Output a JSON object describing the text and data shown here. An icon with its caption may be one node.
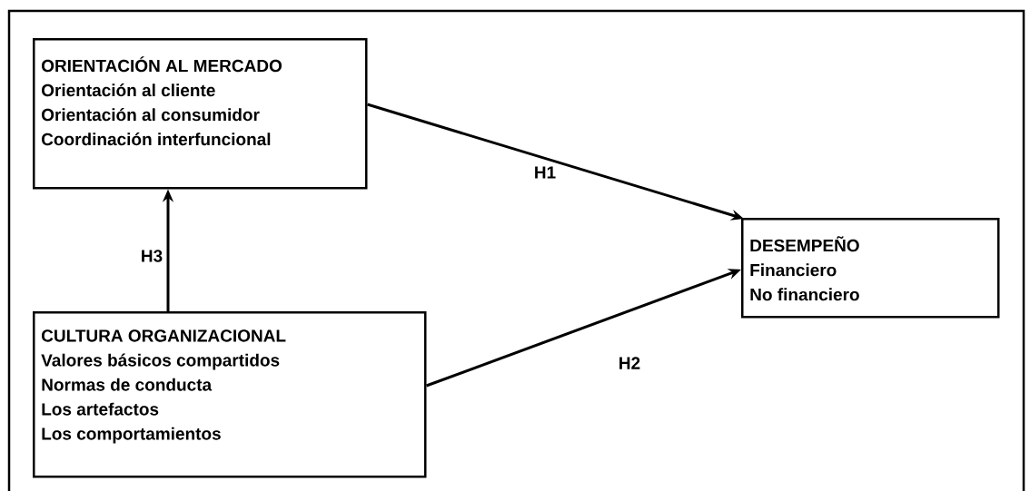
{
  "diagram": {
    "nodes": [
      {
        "text": [
          "ORIENTACIÓN AL MERCADO",
          "Orientación al cliente",
          "Orientación al consumidor",
          "Coordinación interfuncional"
        ]
      },
      {
        "text": [
          "DESEMPEÑO",
          "Financiero",
          "No financiero"
        ]
      },
      {
        "text": [
          "CULTURA ORGANIZACIONAL",
          "Valores básicos compartidos",
          "Normas de conducta",
          "Los artefactos",
          "Los comportamientos"
        ]
      }
    ],
    "edges": [
      {
        "from": 0,
        "to": 1,
        "arrow": "to",
        "label": "H1"
      },
      {
        "from": 2,
        "to": 1,
        "arrow": "to",
        "label": "H2"
      },
      {
        "from": 2,
        "to": 0,
        "arrow": "to",
        "label": "H3"
      }
    ]
  }
}
